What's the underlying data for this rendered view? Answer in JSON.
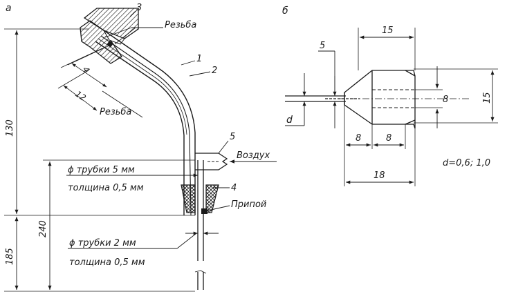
{
  "panel_a": {
    "label": "а",
    "callouts": {
      "c1": "1",
      "c2": "2",
      "c3": "3",
      "c4": "4",
      "c5": "5"
    },
    "thread_top": "Резьба",
    "thread_bottom": "Резьба",
    "air": "Воздух",
    "solder": "Припой",
    "tube5_diameter": "ϕ трубки 5 мм",
    "tube5_wall": "толщина 0,5 мм",
    "tube2_diameter": "ϕ трубки 2 мм",
    "tube2_wall": "толщина 0,5 мм",
    "dims": {
      "d130": "130",
      "d240": "240",
      "d185": "185",
      "d4": "4",
      "d12": "12"
    }
  },
  "panel_b": {
    "label": "б",
    "callout5": "5",
    "d_label": "d",
    "dims": {
      "top15": "15",
      "right15": "15",
      "inner8": "8",
      "bottom8a": "8",
      "bottom8b": "8",
      "bottom18": "18"
    },
    "d_values": "d=0,6; 1,0"
  }
}
